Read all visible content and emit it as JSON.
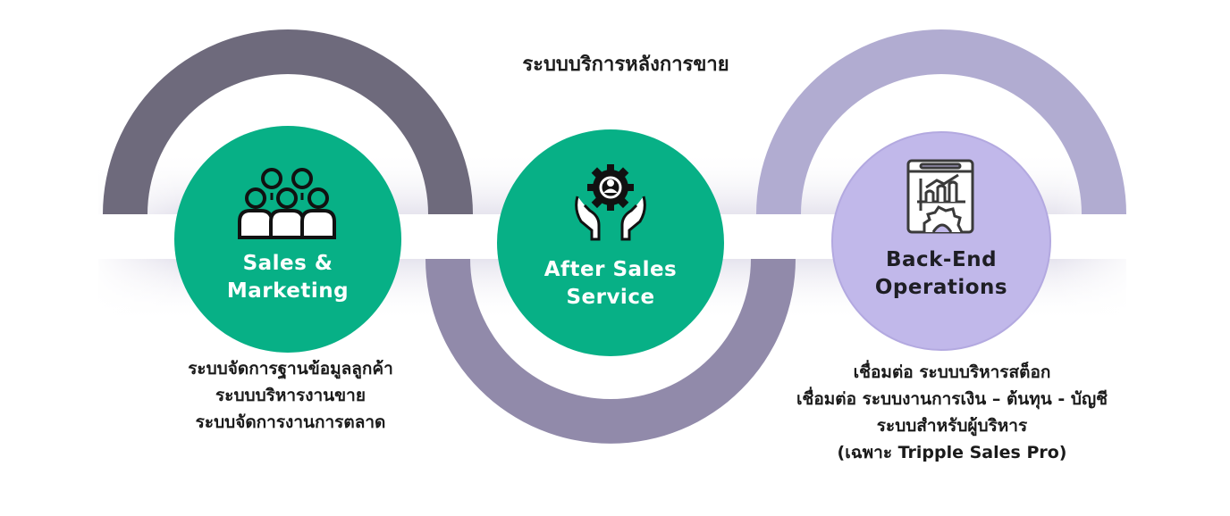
{
  "diagram": {
    "top_caption": "ระบบบริการหลังการขาย",
    "colors": {
      "arc_left": "#6e6a7c",
      "arc_middle": "#918aaa",
      "arc_right": "#b1acd1",
      "circle_green": "#07b086",
      "circle_lavender": "#c1b8ea",
      "text_dark": "#1c1c1c"
    },
    "nodes": [
      {
        "title_line1": "Sales &",
        "title_line2": "Marketing",
        "icon": "team-people-icon",
        "description": [
          "ระบบจัดการฐานข้อมูลลูกค้า",
          "ระบบบริหารงานขาย",
          "ระบบจัดการงานการตลาด"
        ]
      },
      {
        "title_line1": "After Sales",
        "title_line2": "Service",
        "icon": "hands-gear-icon",
        "description": []
      },
      {
        "title_line1": "Back-End",
        "title_line2": "Operations",
        "icon": "dashboard-chart-gear-icon",
        "description": [
          "เชื่อมต่อ ระบบบริหารสต็อก",
          "เชื่อมต่อ ระบบงานการเงิน – ต้นทุน - บัญชี",
          "ระบบสำหรับผู้บริหาร",
          "(เฉพาะ Tripple Sales Pro)"
        ]
      }
    ]
  }
}
